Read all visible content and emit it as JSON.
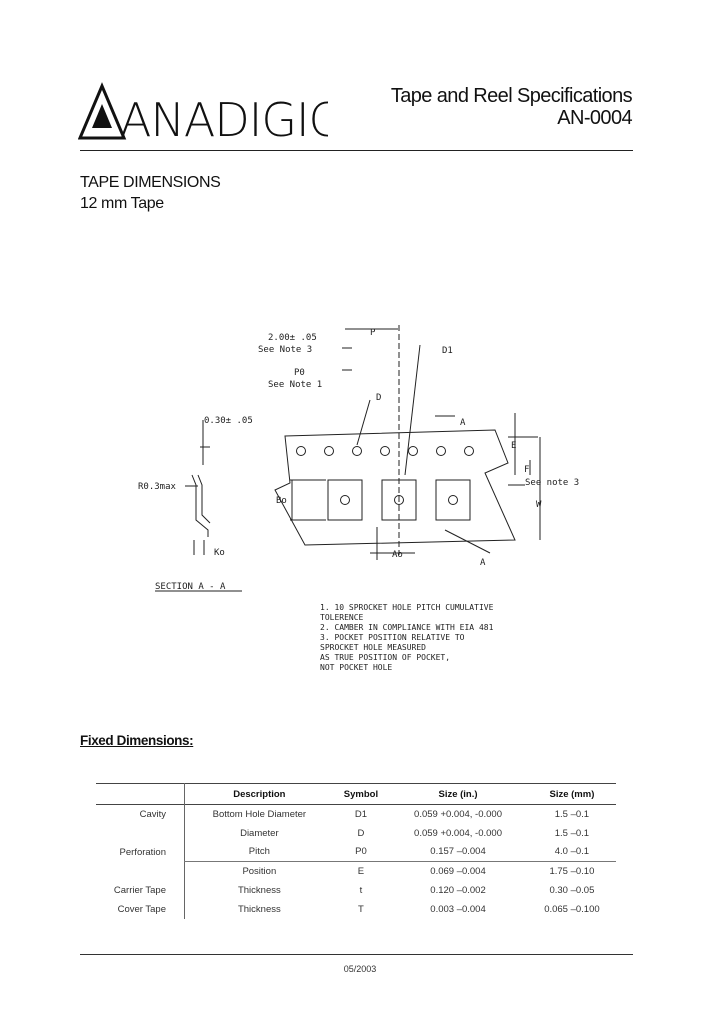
{
  "header": {
    "logo_text": "ANADIGICS",
    "title": "Tape and Reel Specifications",
    "doc_number": "AN-0004"
  },
  "section": {
    "title": "TAPE DIMENSIONS",
    "subtitle": "12 mm Tape"
  },
  "drawing": {
    "dim_200": "2.00± .05",
    "see_note_3": "See Note 3",
    "p_label": "P",
    "d1_label": "D1",
    "p0_label": "P0",
    "see_note_1": "See Note 1",
    "d_label": "D",
    "a_label_top": "A",
    "a_label_bottom": "A",
    "dim_030": "0.30± .05",
    "r03": "R0.3max",
    "bo": "Bo",
    "ko": "Ko",
    "ao": "Ao",
    "e_label": "E",
    "f_label": "F",
    "see_note3_right": "See note 3",
    "w_label": "W",
    "section_label": "SECTION  A - A",
    "notes": [
      "1. 10 SPROCKET HOLE PITCH CUMULATIVE",
      "   TOLERENCE",
      "2. CAMBER IN COMPLIANCE WITH EIA 481",
      "3. POCKET POSITION RELATIVE TO",
      "   SPROCKET HOLE MEASURED",
      "   AS TRUE POSITION OF POCKET,",
      "   NOT POCKET HOLE"
    ]
  },
  "fixed_dimensions": {
    "heading": "Fixed Dimensions",
    "columns": [
      "Description",
      "Symbol",
      "Size (in.)",
      "Size (mm)"
    ],
    "rows": [
      {
        "category": "Cavity",
        "description": "Bottom Hole Diameter",
        "symbol": "D1",
        "size_in": "0.059 +0.004, -0.000",
        "size_mm": "1.5  –0.1"
      },
      {
        "category": "",
        "description": "Diameter",
        "symbol": "D",
        "size_in": "0.059 +0.004, -0.000",
        "size_mm": "1.5  –0.1"
      },
      {
        "category": "Perforation",
        "description": "Pitch",
        "symbol": "P0",
        "size_in": "0.157  –0.004",
        "size_mm": "4.0  –0.1"
      },
      {
        "category": "",
        "description": "Position",
        "symbol": "E",
        "size_in": "0.069  –0.004",
        "size_mm": "1.75  –0.10"
      },
      {
        "category": "Carrier Tape",
        "description": "Thickness",
        "symbol": "t",
        "size_in": "0.120  –0.002",
        "size_mm": "0.30  –0.05"
      },
      {
        "category": "Cover Tape",
        "description": "Thickness",
        "symbol": "T",
        "size_in": "0.003  –0.004",
        "size_mm": "0.065  –0.100"
      }
    ]
  },
  "footer": {
    "date": "05/2003"
  }
}
